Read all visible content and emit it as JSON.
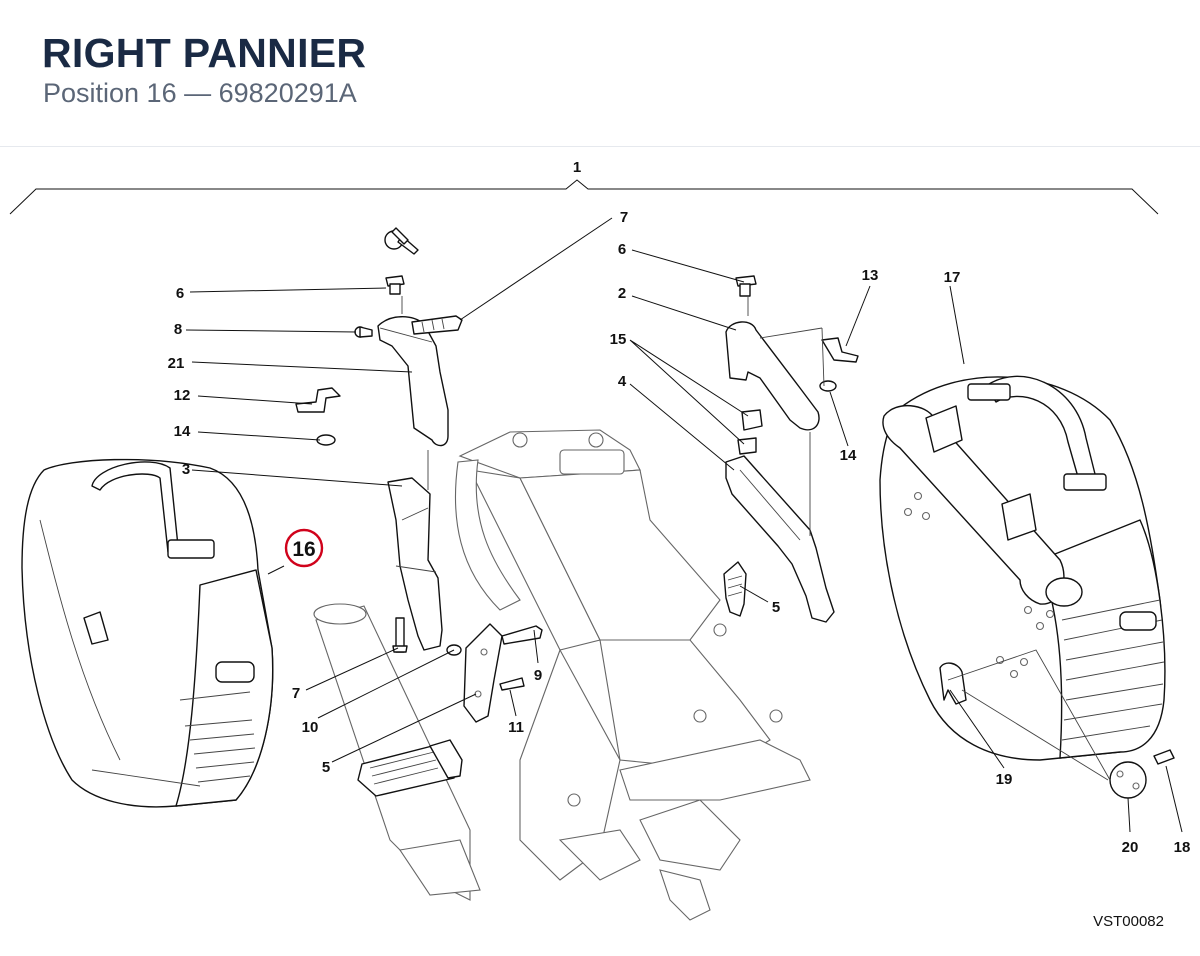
{
  "header": {
    "title": "RIGHT PANNIER",
    "position_text": "Position 16",
    "separator": "—",
    "part_number": "69820291A"
  },
  "diagram": {
    "highlight_color": "#d0021b",
    "highlighted_label": "16",
    "labels": [
      "1",
      "2",
      "3",
      "4",
      "5",
      "5",
      "6",
      "6",
      "7",
      "7",
      "8",
      "9",
      "10",
      "11",
      "12",
      "13",
      "14",
      "14",
      "15",
      "17",
      "18",
      "19",
      "20",
      "21"
    ],
    "drawing_code": "VST00082"
  }
}
